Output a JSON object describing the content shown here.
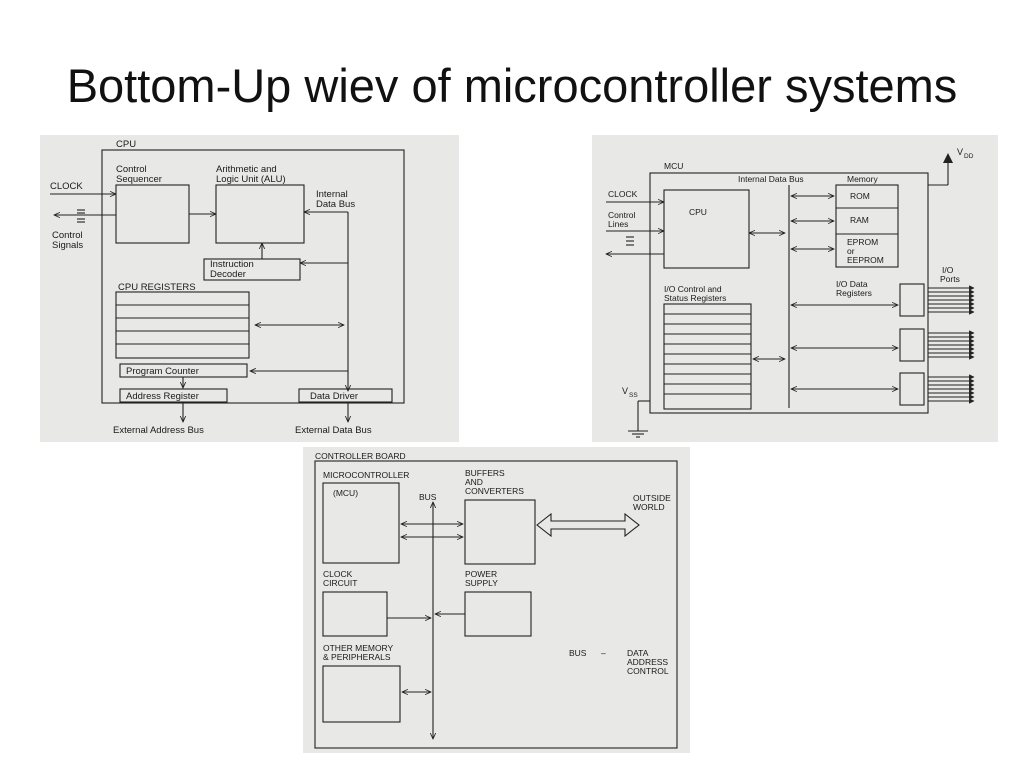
{
  "slide": {
    "title": "Bottom-Up wiev of microcontroller systems"
  },
  "cpu_diagram": {
    "frame_label": "CPU",
    "clock": "CLOCK",
    "control_signals_1": "Control",
    "control_signals_2": "Signals",
    "control_sequencer_1": "Control",
    "control_sequencer_2": "Sequencer",
    "alu_1": "Arithmetic and",
    "alu_2": "Logic Unit (ALU)",
    "internal_bus_1": "Internal",
    "internal_bus_2": "Data Bus",
    "instr_decoder_1": "Instruction",
    "instr_decoder_2": "Decoder",
    "cpu_registers": "CPU REGISTERS",
    "program_counter": "Program Counter",
    "address_register": "Address Register",
    "data_driver": "Data Driver",
    "ext_address_bus": "External Address Bus",
    "ext_data_bus": "External Data Bus"
  },
  "mcu_diagram": {
    "frame_label": "MCU",
    "clock": "CLOCK",
    "control_lines_1": "Control",
    "control_lines_2": "Lines",
    "internal_data_bus": "Internal Data Bus",
    "memory": "Memory",
    "cpu": "CPU",
    "rom": "ROM",
    "ram": "RAM",
    "eeprom_1": "EPROM",
    "eeprom_2": "or",
    "eeprom_3": "EEPROM",
    "io_control_1": "I/O Control and",
    "io_control_2": "Status Registers",
    "io_data_1": "I/O Data",
    "io_data_2": "Registers",
    "io_ports_1": "I/O",
    "io_ports_2": "Ports",
    "vdd": "V",
    "vdd_sub": "DD",
    "vss": "V",
    "vss_sub": "SS"
  },
  "board_diagram": {
    "frame_label": "CONTROLLER BOARD",
    "microcontroller": "MICROCONTROLLER",
    "mcu": "(MCU)",
    "bus": "BUS",
    "buffers_1": "BUFFERS",
    "buffers_2": "AND",
    "buffers_3": "CONVERTERS",
    "outside_1": "OUTSIDE",
    "outside_2": "WORLD",
    "clock_1": "CLOCK",
    "clock_2": "CIRCUIT",
    "power_1": "POWER",
    "power_2": "SUPPLY",
    "other_1": "OTHER MEMORY",
    "other_2": "& PERIPHERALS",
    "bus_legend": "BUS",
    "dash": "–",
    "legend_1": "DATA",
    "legend_2": "ADDRESS",
    "legend_3": "CONTROL"
  }
}
